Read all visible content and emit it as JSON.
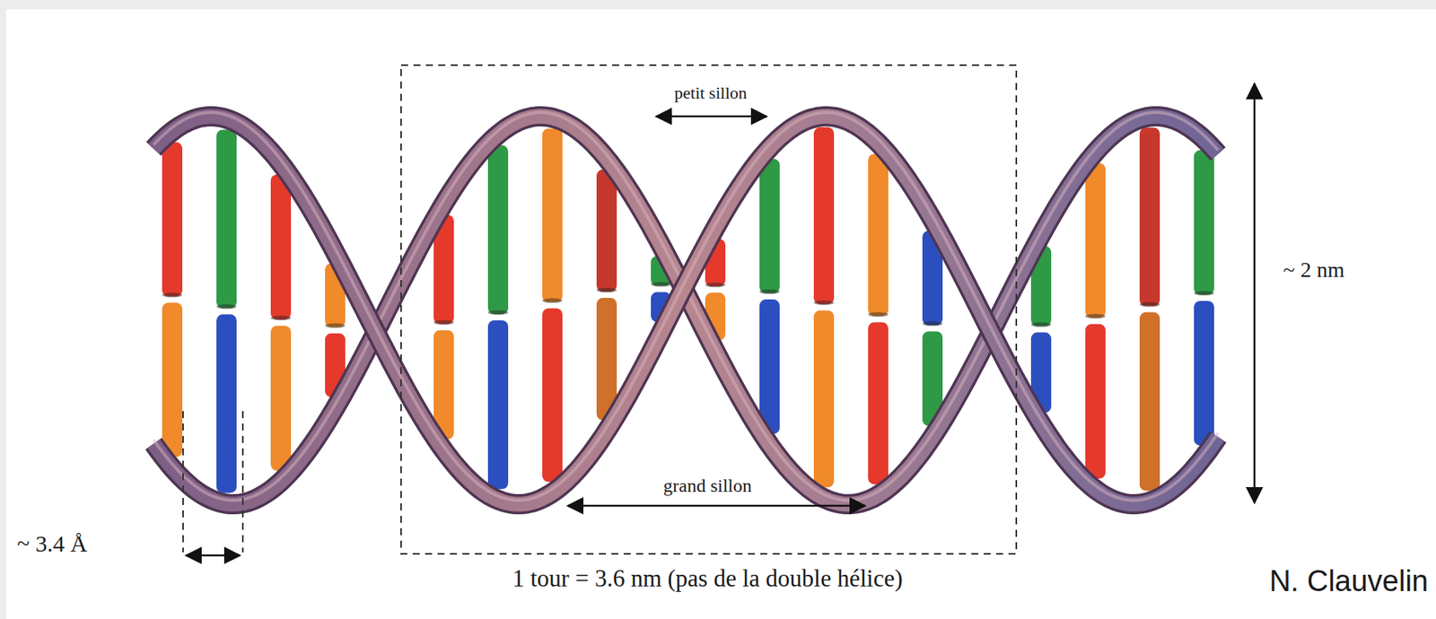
{
  "diagram": {
    "labels": [
      "petit sillon",
      "grand sillon",
      "~ 2 nm",
      "~ 3.4 Å",
      "1 tour = 3.6 nm (pas de la double hélice)",
      "N. Clauvelin"
    ]
  }
}
